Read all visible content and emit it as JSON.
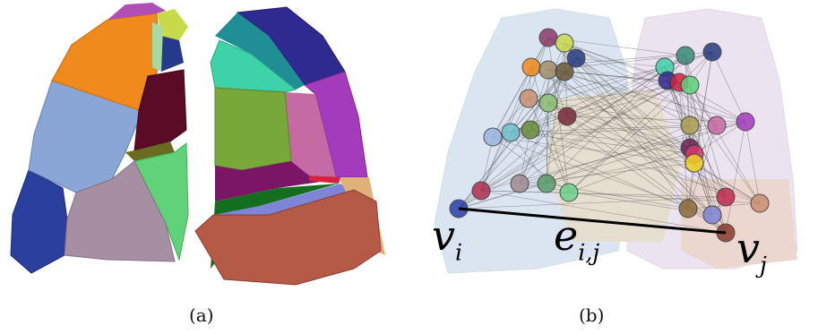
{
  "captions": {
    "a": "(a)",
    "b": "(b)"
  },
  "graph_labels": {
    "vi": {
      "base": "v",
      "sub": "i"
    },
    "eij": {
      "base": "e",
      "sub": "i,j"
    },
    "vj": {
      "base": "v",
      "sub": "j"
    }
  },
  "colors": {
    "edge": "#555555",
    "highlight_edge": "#000000",
    "node_vi": "#2c3ea8",
    "node_vj": "#8a3a2a"
  }
}
